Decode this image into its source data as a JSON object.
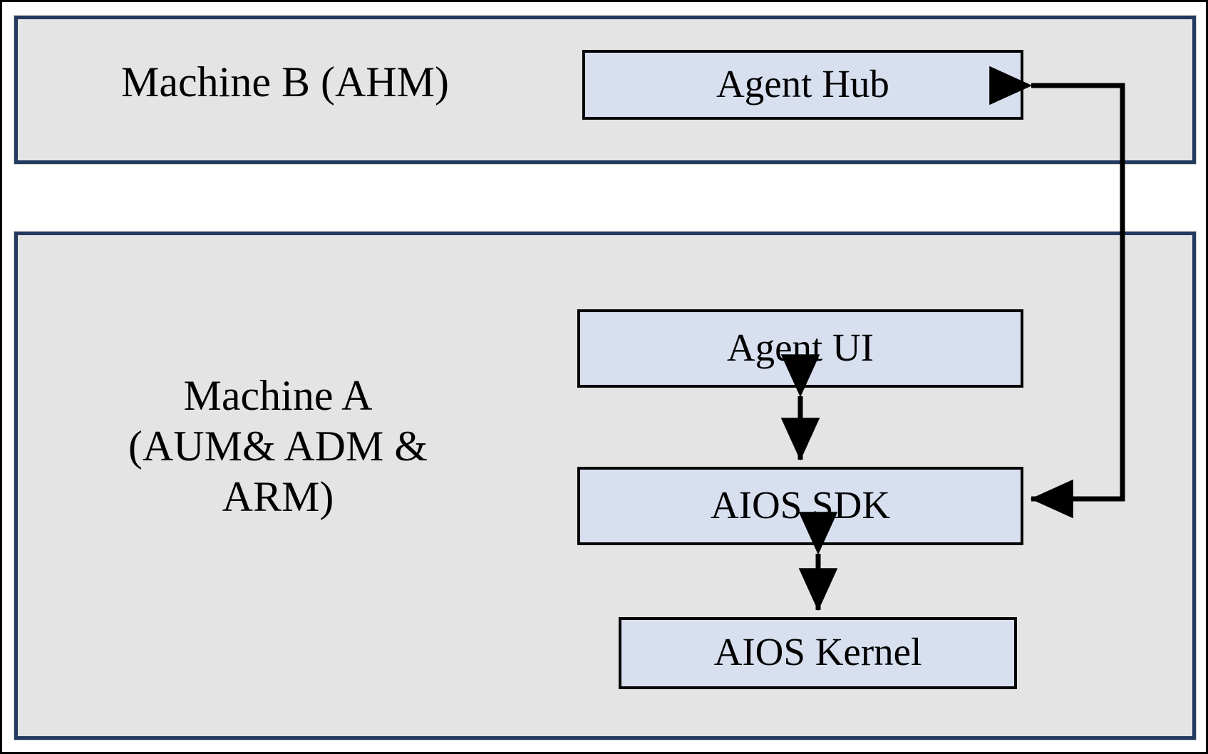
{
  "diagram": {
    "title_present": false,
    "colors": {
      "panel_fill": "#E4E4E4",
      "panel_border": "#233A5E",
      "node_fill": "#D8E0F0",
      "node_border": "#050505",
      "arrow": "#000000",
      "page_background": "#FFFFFF"
    },
    "panels": [
      {
        "id": "machine-b",
        "label": "Machine B (AHM)",
        "label_lines": [
          "Machine B (AHM)"
        ],
        "nodes": [
          "agent-hub"
        ]
      },
      {
        "id": "machine-a",
        "label": "Machine A (AUM& ADM & ARM)",
        "label_lines": [
          "Machine A",
          "(AUM& ADM &",
          "ARM)"
        ],
        "nodes": [
          "agent-ui",
          "aios-sdk",
          "aios-kernel"
        ]
      }
    ],
    "nodes": {
      "agent_hub": {
        "label": "Agent Hub"
      },
      "agent_ui": {
        "label": "Agent UI"
      },
      "aios_sdk": {
        "label": "AIOS SDK"
      },
      "aios_kernel": {
        "label": "AIOS Kernel"
      }
    },
    "connectors": [
      {
        "id": "ui-sdk",
        "from": "Agent UI",
        "to": "AIOS SDK",
        "style": "double-headed-vertical",
        "label": ""
      },
      {
        "id": "sdk-kernel",
        "from": "AIOS SDK",
        "to": "AIOS Kernel",
        "style": "double-headed-vertical",
        "label": ""
      },
      {
        "id": "sdk-hub",
        "from": "AIOS SDK",
        "to": "Agent Hub",
        "style": "orthogonal-double-ended",
        "label": ""
      }
    ]
  }
}
